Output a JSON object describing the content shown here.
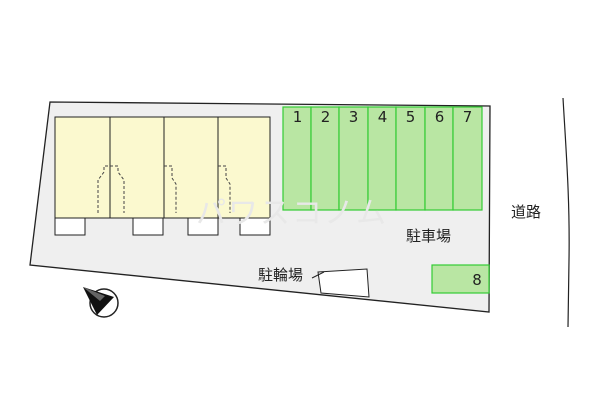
{
  "map": {
    "labels": {
      "road": "道路",
      "parking": "駐車場",
      "bicycle_parking": "駐輪場"
    },
    "parking_spaces": [
      "1",
      "2",
      "3",
      "4",
      "5",
      "6",
      "7"
    ],
    "extra_parking_space": "8",
    "watermark": "パワスコノム",
    "colors": {
      "site": "#efefef",
      "building": "#fbf9cf",
      "parking": "#b9e6a3",
      "parking_border": "#33cc33",
      "outline": "#222222"
    }
  }
}
